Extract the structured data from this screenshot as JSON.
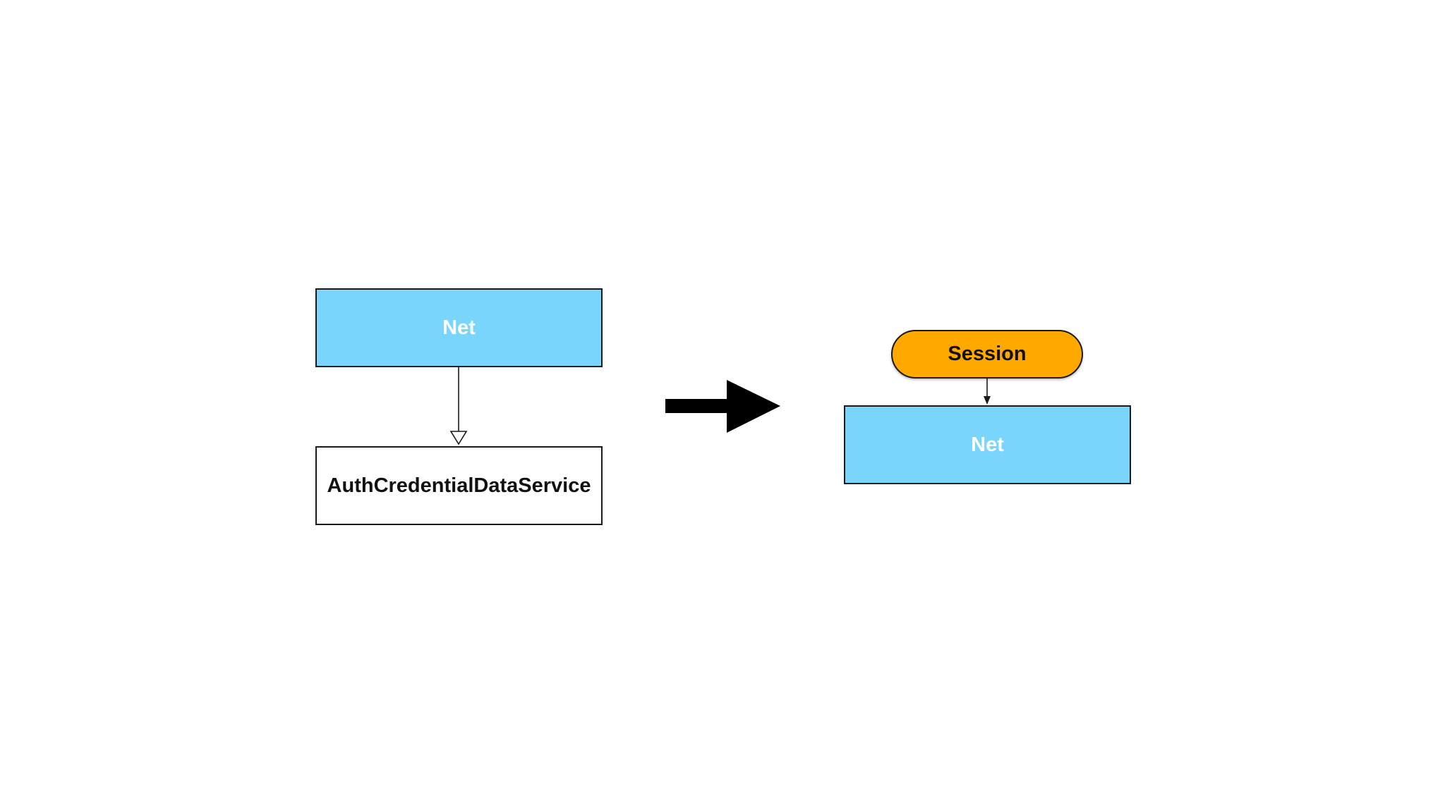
{
  "before": {
    "top_box": {
      "label": "Net",
      "fill": "#79d5fb",
      "text_color": "#ffffff"
    },
    "bottom_box": {
      "label": "AuthCredentialDataService",
      "fill": "#ffffff",
      "text_color": "#111111"
    },
    "connector": "inheritance-arrow"
  },
  "transition": {
    "icon": "right-arrow-icon",
    "color": "#000000"
  },
  "after": {
    "pill": {
      "label": "Session",
      "fill": "#ffa800",
      "text_color": "#111111"
    },
    "box": {
      "label": "Net",
      "fill": "#79d5fb",
      "text_color": "#ffffff"
    },
    "connector": "directed-arrow"
  }
}
